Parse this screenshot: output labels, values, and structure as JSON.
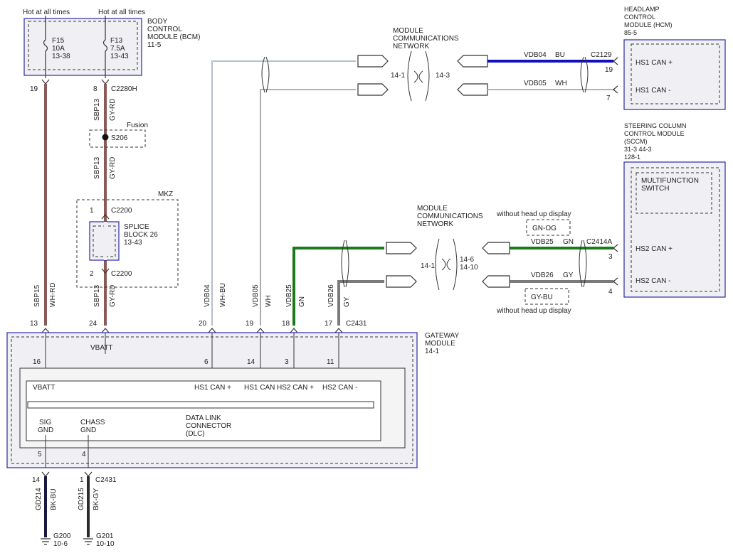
{
  "labels": {
    "hot1": "Hot at all times",
    "hot2": "Hot at all times",
    "bcm_title_1": "BODY",
    "bcm_title_2": "CONTROL",
    "bcm_title_3": "MODULE (BCM)",
    "bcm_ref": "11-5",
    "f15_name": "F15",
    "f15_amp": "10A",
    "f15_ref": "13-38",
    "f13_name": "F13",
    "f13_amp": "7.5A",
    "f13_ref": "13-43",
    "pin_19_bcm": "19",
    "pin_8_bcm": "8",
    "c2280h": "C2280H",
    "sbp13_a": "SBP13",
    "gyrd_a": "GY-RD",
    "fusion": "Fusion",
    "s206": "S206",
    "sbp13_b": "SBP13",
    "gyrd_b": "GY-RD",
    "mkz": "MKZ",
    "pin_1_c2200": "1",
    "c2200_a": "C2200",
    "splice_1": "SPLICE",
    "splice_2": "BLOCK 26",
    "splice_ref": "13-43",
    "pin_2_c2200": "2",
    "c2200_b": "C2200",
    "sbp15": "SBP15",
    "whrd": "WH-RD",
    "sbp13_c": "SBP13",
    "gyrd_c": "GY-RD",
    "vdb04_v": "VDB04",
    "whbu_v": "WH-BU",
    "vdb05_v": "VDB05",
    "wh_v": "WH",
    "vdb25_v": "VDB25",
    "gn_v": "GN",
    "vdb26_v": "VDB26",
    "gy_v": "GY",
    "gw_pin13": "13",
    "gw_pin24": "24",
    "gw_pin20": "20",
    "gw_pin19": "19",
    "gw_pin18": "18",
    "gw_pin17": "17",
    "c2431_top": "C2431",
    "gw_title_1": "GATEWAY",
    "gw_title_2": "MODULE",
    "gw_ref": "14-1",
    "vbatt_outer": "VBATT",
    "dlc_pin16": "16",
    "dlc_pin6": "6",
    "dlc_pin14": "14",
    "dlc_pin3": "3",
    "dlc_pin11": "11",
    "dlc_vbatt": "VBATT",
    "dlc_hs1p": "HS1 CAN +",
    "dlc_hs1m": "HS1 CAN",
    "dlc_hs2p": "HS2 CAN +",
    "dlc_hs2m": "HS2 CAN -",
    "sig_1": "SIG",
    "sig_2": "GND",
    "chass_1": "CHASS",
    "chass_2": "GND",
    "dlc_1": "DATA LINK",
    "dlc_2": "CONNECTOR",
    "dlc_3": "(DLC)",
    "dlc_pin5": "5",
    "dlc_pin4": "4",
    "pin_14_bot": "14",
    "pin_1_bot": "1",
    "c2431_bot": "C2431",
    "gd214": "GD214",
    "bkbu": "BK-BU",
    "gd215": "GD215",
    "bkgy": "BK-GY",
    "g200": "G200",
    "g200_ref": "10-6",
    "g201": "G201",
    "g201_ref": "10-10",
    "mcn1_1": "MODULE",
    "mcn1_2": "COMMUNICATIONS",
    "mcn1_3": "NETWORK",
    "mcn1_l": "14-1",
    "mcn1_r": "14-3",
    "vdb04": "VDB04",
    "bu": "BU",
    "c2129": "C2129",
    "hcm_pin19": "19",
    "vdb05": "VDB05",
    "wh": "WH",
    "hcm_pin7": "7",
    "hcm_1": "HEADLAMP",
    "hcm_2": "CONTROL",
    "hcm_3": "MODULE (HCM)",
    "hcm_ref": "85-5",
    "hcm_hs1p": "HS1 CAN +",
    "hcm_hs1m": "HS1 CAN -",
    "sccm_1": "STEERING COLUMN",
    "sccm_2": "CONTROL MODULE",
    "sccm_3": "(SCCM)",
    "sccm_4": "31-3    44-3",
    "sccm_5": "128-1",
    "mfs_1": "MULTIFUNCTION",
    "mfs_2": "SWITCH",
    "sccm_hs2p": "HS2 CAN +",
    "sccm_hs2m": "HS2 CAN -",
    "mcn2_1": "MODULE",
    "mcn2_2": "COMMUNICATIONS",
    "mcn2_3": "NETWORK",
    "mcn2_l": "14-1",
    "mcn2_r1": "14-6",
    "mcn2_r2": "14-10",
    "without_hud_top": "without head up display",
    "gnog": "GN-OG",
    "vdb25": "VDB25",
    "gn": "GN",
    "c2414a": "C2414A",
    "sccm_pin3": "3",
    "vdb26": "VDB26",
    "gy": "GY",
    "sccm_pin4": "4",
    "gybu": "GY-BU",
    "without_hud_bot": "without head up display"
  },
  "colors": {
    "module_border": "#2a2aa8",
    "wire_whrd": "#8a5a58",
    "wire_gyrd": "#8a5a58",
    "wire_whbu": "#8a9ab0",
    "wire_bu": "#1010c0",
    "wire_gn": "#1a7a1a",
    "wire_gy": "#7a7a7a",
    "wire_bkbu": "#1a1a40",
    "wire_bkgy": "#2a2a2a"
  }
}
